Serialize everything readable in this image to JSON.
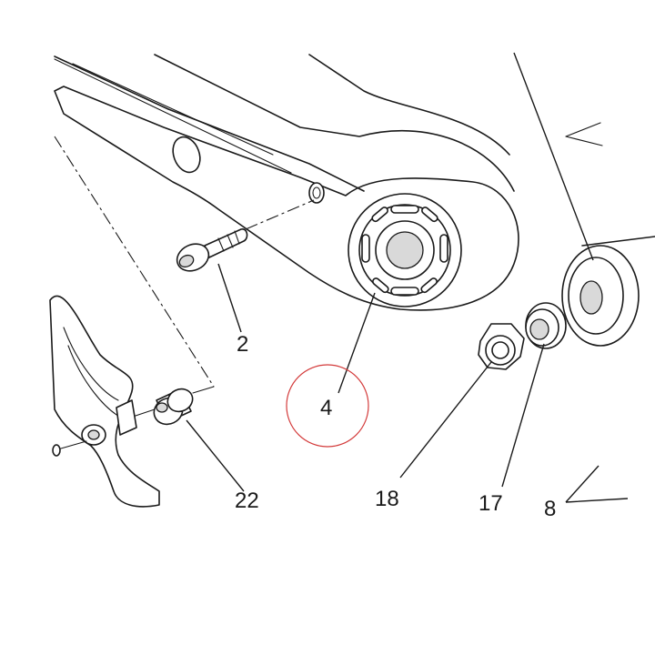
{
  "diagram": {
    "labels": {
      "part_2": "2",
      "part_4": "4",
      "part_8": "8",
      "part_17": "17",
      "part_18": "18",
      "part_22": "22"
    },
    "colors": {
      "ink": "#1a1a1a",
      "highlight_circle": "#d33a3a",
      "background": "#ffffff"
    }
  }
}
